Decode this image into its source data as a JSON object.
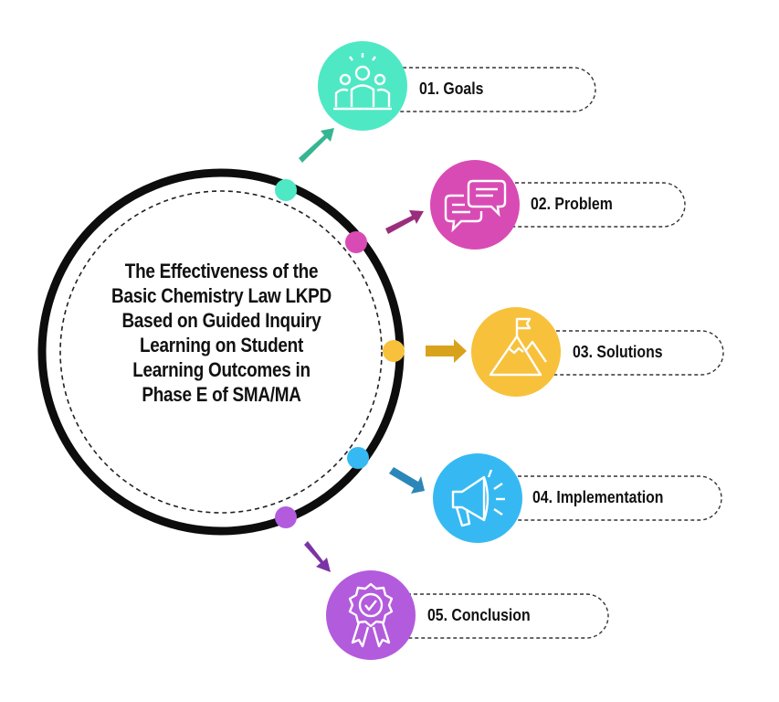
{
  "title": "The Effectiveness of the Basic Chemistry Law LKPD Based on Guided Inquiry Learning on Student Learning Outcomes in Phase E of SMA/MA",
  "steps": [
    {
      "label": "01. Goals",
      "color": "#4fe8c4",
      "arrow_color": "#37b592",
      "icon": "people-group-icon"
    },
    {
      "label": "02. Problem",
      "color": "#d94bb4",
      "arrow_color": "#9a2d7c",
      "icon": "chat-bubbles-icon"
    },
    {
      "label": "03. Solutions",
      "color": "#f8c13c",
      "arrow_color": "#d9a21c",
      "icon": "mountain-flag-icon"
    },
    {
      "label": "04. Implementation",
      "color": "#36b9f3",
      "arrow_color": "#2a87b7",
      "icon": "megaphone-icon"
    },
    {
      "label": "05. Conclusion",
      "color": "#b35bdd",
      "arrow_color": "#7b34a6",
      "icon": "award-badge-icon"
    }
  ]
}
